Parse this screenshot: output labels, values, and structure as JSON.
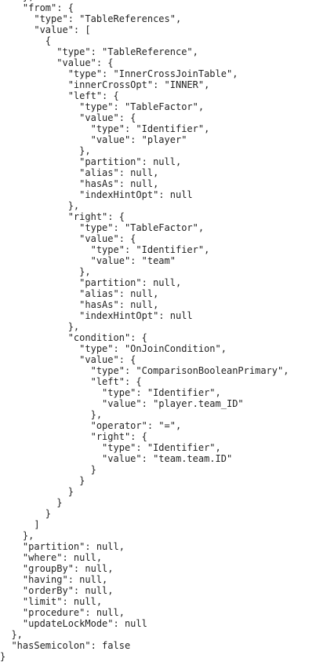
{
  "code_lines": [
    "    },",
    "    \"from\": {",
    "      \"type\": \"TableReferences\",",
    "      \"value\": [",
    "        {",
    "          \"type\": \"TableReference\",",
    "          \"value\": {",
    "            \"type\": \"InnerCrossJoinTable\",",
    "            \"innerCrossOpt\": \"INNER\",",
    "            \"left\": {",
    "              \"type\": \"TableFactor\",",
    "              \"value\": {",
    "                \"type\": \"Identifier\",",
    "                \"value\": \"player\"",
    "              },",
    "              \"partition\": null,",
    "              \"alias\": null,",
    "              \"hasAs\": null,",
    "              \"indexHintOpt\": null",
    "            },",
    "            \"right\": {",
    "              \"type\": \"TableFactor\",",
    "              \"value\": {",
    "                \"type\": \"Identifier\",",
    "                \"value\": \"team\"",
    "              },",
    "              \"partition\": null,",
    "              \"alias\": null,",
    "              \"hasAs\": null,",
    "              \"indexHintOpt\": null",
    "            },",
    "            \"condition\": {",
    "              \"type\": \"OnJoinCondition\",",
    "              \"value\": {",
    "                \"type\": \"ComparisonBooleanPrimary\",",
    "                \"left\": {",
    "                  \"type\": \"Identifier\",",
    "                  \"value\": \"player.team_ID\"",
    "                },",
    "                \"operator\": \"=\",",
    "                \"right\": {",
    "                  \"type\": \"Identifier\",",
    "                  \"value\": \"team.team.ID\"",
    "                }",
    "              }",
    "            }",
    "          }",
    "        }",
    "      ]",
    "    },",
    "    \"partition\": null,",
    "    \"where\": null,",
    "    \"groupBy\": null,",
    "    \"having\": null,",
    "    \"orderBy\": null,",
    "    \"limit\": null,",
    "    \"procedure\": null,",
    "    \"updateLockMode\": null",
    "  },",
    "  \"hasSemicolon\": false",
    "}"
  ]
}
